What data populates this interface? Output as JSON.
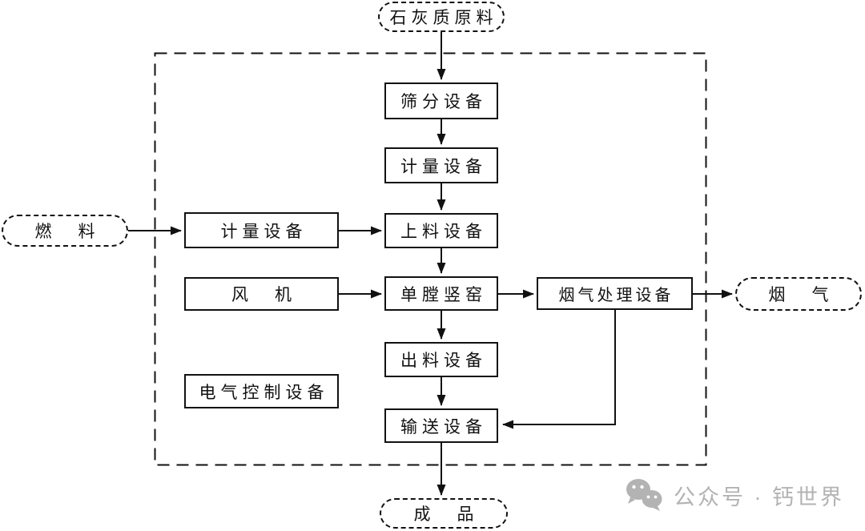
{
  "diagram": {
    "terminals": {
      "limestone": {
        "label": "石灰质原料"
      },
      "fuel": {
        "label": "燃　料"
      },
      "flue_gas": {
        "label": "烟　气"
      },
      "product": {
        "label": "成　品"
      }
    },
    "boxes": {
      "screening": {
        "label": "筛分设备"
      },
      "metering_top": {
        "label": "计量设备"
      },
      "feeding": {
        "label": "上料设备"
      },
      "kiln": {
        "label": "单膛竖窑"
      },
      "discharge": {
        "label": "出料设备"
      },
      "conveying": {
        "label": "输送设备"
      },
      "metering_left": {
        "label": "计量设备"
      },
      "fan": {
        "label": "风　机"
      },
      "electric_control": {
        "label": "电气控制设备"
      },
      "flue_treatment": {
        "label": "烟气处理设备"
      }
    }
  },
  "watermark": {
    "text": "公众号 · 钙世界",
    "icon": "wechat-icon",
    "color": "#b3b3b3"
  },
  "colors": {
    "line": "#111111",
    "background": "#ffffff"
  }
}
